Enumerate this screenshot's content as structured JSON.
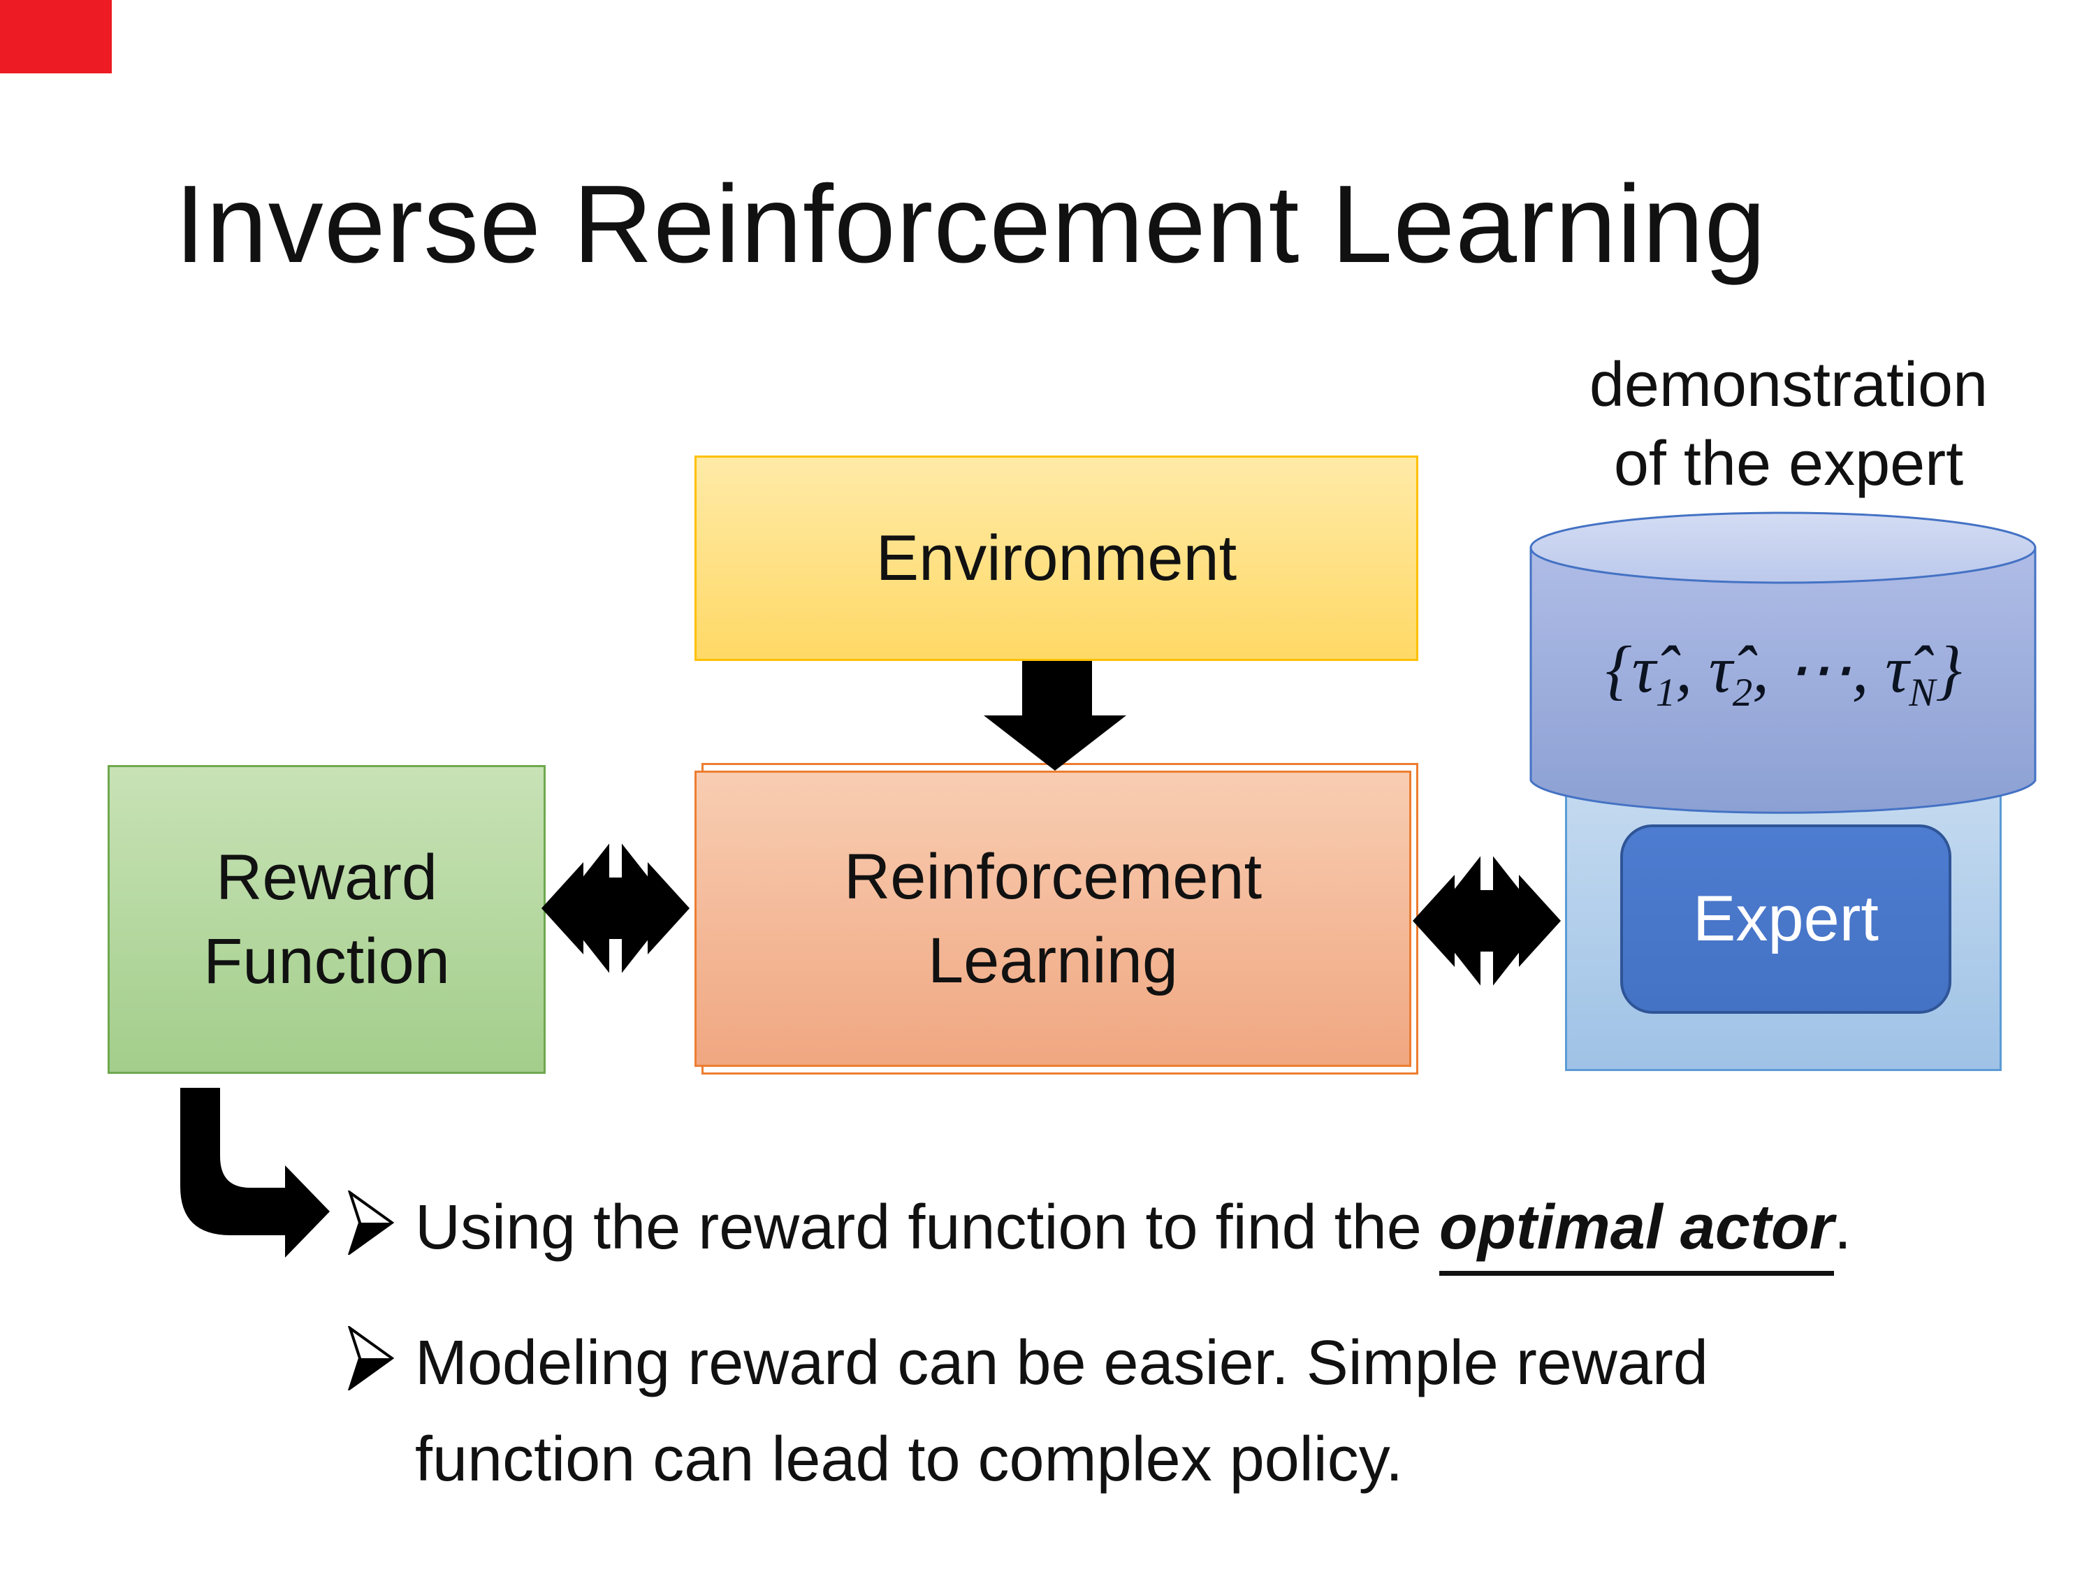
{
  "slide": {
    "title": "Inverse Reinforcement Learning",
    "demo_label": {
      "line1": "demonstration",
      "line2": "of the expert"
    },
    "boxes": {
      "environment": {
        "label": "Environment"
      },
      "reward": {
        "line1": "Reward",
        "line2": "Function"
      },
      "reinforcement_learning": {
        "line1": "Reinforcement",
        "line2": "Learning"
      },
      "expert": {
        "label": "Expert"
      }
    },
    "math": {
      "open": "{",
      "tau": "τ̂",
      "sub1": "1",
      "sub2": "2",
      "subN": "N",
      "sep": ", ",
      "dots": "⋯",
      "close": "}"
    },
    "bullets": {
      "b1_pre": "Using the reward function to find the ",
      "b1_em": "optimal actor",
      "b1_post": ".",
      "b2_line1": "Modeling reward can be easier. Simple reward",
      "b2_line2": "function can lead to complex policy."
    },
    "colors": {
      "environment_border": "#FFC000",
      "environment_fill": "#FFD966",
      "reward_border": "#6FA84F",
      "reward_fill": "#A9D18E",
      "rl_border": "#ED7D31",
      "rl_fill": "#F4B183",
      "expert_panel_fill": "#BDD7EE",
      "expert_box_fill": "#4472C4",
      "expert_box_border": "#2F5597",
      "cylinder_fill": "#8FA3D6",
      "cylinder_stroke": "#4472C4",
      "arrow_color": "#000000",
      "corner_patch": "#ED1C24"
    }
  }
}
